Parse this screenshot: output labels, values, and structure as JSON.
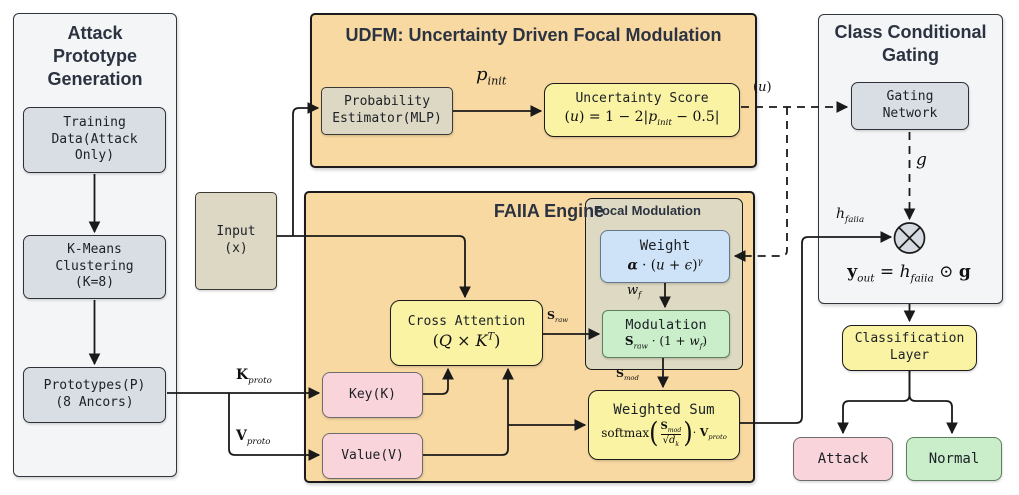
{
  "colors": {
    "panel_orange": "#f9d9a2",
    "panel_light": "#f3f5f7",
    "panel_khaki": "#ded9c2",
    "box_yellow": "#f9f3a3",
    "box_tan": "#ddd8c3",
    "box_gray": "#d9dee5",
    "box_blue": "#cfe3f8",
    "box_green": "#c9eec9",
    "box_pink": "#f9d4da",
    "line": "#1a1a1a",
    "title_text": "#2c3340"
  },
  "left_panel": {
    "title": "Attack\nPrototype\nGeneration",
    "training_data": "Training\nData(Attack\nOnly)",
    "kmeans": "K-Means\nClustering\n(K=8)",
    "prototypes": "Prototypes(P)\n(8 Ancors)"
  },
  "input_node": {
    "label": "Input\n(x)"
  },
  "udfm": {
    "title": "UDFM: Uncertainty Driven Focal Modulation",
    "prob_estimator": "Probability\nEstimator(MLP)",
    "uncertainty_title": "Uncertainty Score"
  },
  "faiia": {
    "title": "FAIIA Engine",
    "cross_attention": "Cross Attention",
    "key": "Key(K)",
    "value": "Value(V)",
    "weighted_sum": "Weighted Sum",
    "softmax": "softmax",
    "paren_open": "(",
    "paren_close": ")",
    "focal": {
      "title": "Focal Modulation",
      "weight": "Weight",
      "modulation": "Modulation"
    }
  },
  "gating": {
    "title": "Class Conditional\nGating",
    "network": "Gating\nNetwork",
    "classification": "Classification\nLayer"
  },
  "outputs": {
    "attack": "Attack",
    "normal": "Normal"
  },
  "formulas": {
    "p_init": [
      {
        "t": "p",
        "s": "i"
      },
      {
        "t": "init",
        "s": "sub"
      }
    ],
    "uncertainty": [
      {
        "t": "(",
        "s": "n"
      },
      {
        "t": "u",
        "s": "i"
      },
      {
        "t": ") = 1 − 2|",
        "s": "n"
      },
      {
        "t": "p",
        "s": "i"
      },
      {
        "t": "init",
        "s": "sub"
      },
      {
        "t": " − 0.5|",
        "s": "n"
      }
    ],
    "qkt": [
      {
        "t": "(",
        "s": "n"
      },
      {
        "t": "Q",
        "s": "i"
      },
      {
        "t": " × ",
        "s": "n"
      },
      {
        "t": "K",
        "s": "i"
      },
      {
        "t": "T",
        "s": "sup"
      },
      {
        "t": ")",
        "s": "n"
      }
    ],
    "weight": [
      {
        "t": "α",
        "s": "bi"
      },
      {
        "t": " · (",
        "s": "n"
      },
      {
        "t": "u",
        "s": "i"
      },
      {
        "t": " + ",
        "s": "n"
      },
      {
        "t": "ϵ",
        "s": "i"
      },
      {
        "t": ")",
        "s": "n"
      },
      {
        "t": "γ",
        "s": "sup"
      }
    ],
    "wf": [
      {
        "t": "w",
        "s": "i"
      },
      {
        "t": "f",
        "s": "sub"
      }
    ],
    "modulation": [
      {
        "t": "S",
        "s": "b"
      },
      {
        "t": "raw",
        "s": "sub"
      },
      {
        "t": " · (1 + ",
        "s": "n"
      },
      {
        "t": "w",
        "s": "i"
      },
      {
        "t": "f",
        "s": "sub"
      },
      {
        "t": ")",
        "s": "n"
      }
    ],
    "s_raw": [
      {
        "t": "S",
        "s": "b"
      },
      {
        "t": "raw",
        "s": "sub"
      }
    ],
    "s_mod": [
      {
        "t": "S",
        "s": "b"
      },
      {
        "t": "mod",
        "s": "sub"
      }
    ],
    "frac_num": [
      {
        "t": "S",
        "s": "b"
      },
      {
        "t": "mod",
        "s": "sub"
      }
    ],
    "frac_den": [
      {
        "t": "√",
        "s": "n"
      },
      {
        "t": "d",
        "s": "i"
      },
      {
        "t": "k",
        "s": "sub"
      }
    ],
    "ws_tail": [
      {
        "t": " · ",
        "s": "n"
      },
      {
        "t": "V",
        "s": "b"
      },
      {
        "t": "proto",
        "s": "sub"
      }
    ],
    "u_label": [
      {
        "t": "(",
        "s": "n"
      },
      {
        "t": "u",
        "s": "i"
      },
      {
        "t": ")",
        "s": "n"
      }
    ],
    "g_label": [
      {
        "t": "g",
        "s": "i"
      }
    ],
    "h_faiia": [
      {
        "t": "h",
        "s": "i"
      },
      {
        "t": "faiia",
        "s": "sub"
      }
    ],
    "y_out": [
      {
        "t": "y",
        "s": "b"
      },
      {
        "t": "out",
        "s": "sub"
      },
      {
        "t": " = ",
        "s": "n"
      },
      {
        "t": "h",
        "s": "i"
      },
      {
        "t": "faiia",
        "s": "sub"
      },
      {
        "t": " ⊙ ",
        "s": "n"
      },
      {
        "t": "g",
        "s": "b"
      }
    ],
    "k_proto": [
      {
        "t": "K",
        "s": "b"
      },
      {
        "t": "proto",
        "s": "sub"
      }
    ],
    "v_proto": [
      {
        "t": "V",
        "s": "b"
      },
      {
        "t": "proto",
        "s": "sub"
      }
    ]
  }
}
